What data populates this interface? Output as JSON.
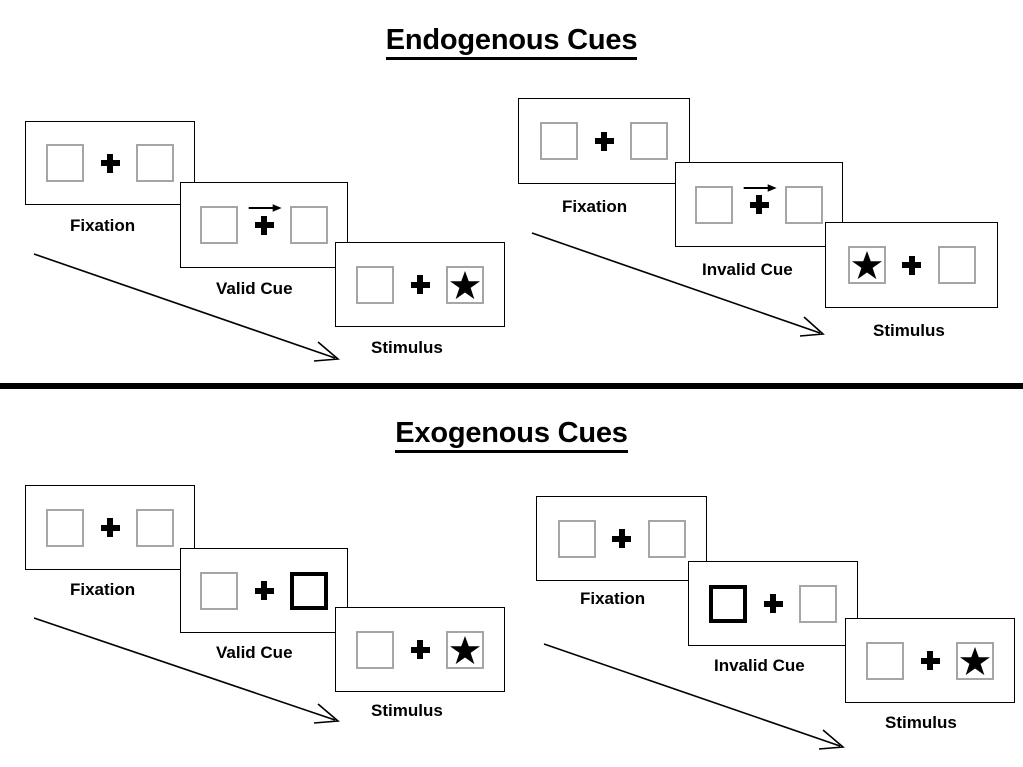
{
  "page": {
    "background_color": "#ffffff",
    "ink_color": "#000000",
    "box_outline_color": "#a6a6a6",
    "cued_box_outline_color": "#000000"
  },
  "divider": {
    "name": "horizontal-rule",
    "color": "#000000"
  },
  "sections": [
    {
      "id": "endogenous",
      "title": "Endogenous Cues",
      "columns": [
        {
          "id": "endogenous-valid",
          "panels": [
            {
              "stage": "Fixation",
              "left_box": {
                "cued": false,
                "star": false
              },
              "right_box": {
                "cued": false,
                "star": false
              },
              "arrow_cue": "none"
            },
            {
              "stage": "Valid Cue",
              "left_box": {
                "cued": false,
                "star": false
              },
              "right_box": {
                "cued": false,
                "star": false
              },
              "arrow_cue": "right"
            },
            {
              "stage": "Stimulus",
              "left_box": {
                "cued": false,
                "star": false
              },
              "right_box": {
                "cued": false,
                "star": true
              },
              "arrow_cue": "none"
            }
          ]
        },
        {
          "id": "endogenous-invalid",
          "panels": [
            {
              "stage": "Fixation",
              "left_box": {
                "cued": false,
                "star": false
              },
              "right_box": {
                "cued": false,
                "star": false
              },
              "arrow_cue": "none"
            },
            {
              "stage": "Invalid Cue",
              "left_box": {
                "cued": false,
                "star": false
              },
              "right_box": {
                "cued": false,
                "star": false
              },
              "arrow_cue": "right"
            },
            {
              "stage": "Stimulus",
              "left_box": {
                "cued": false,
                "star": true
              },
              "right_box": {
                "cued": false,
                "star": false
              },
              "arrow_cue": "none"
            }
          ]
        }
      ]
    },
    {
      "id": "exogenous",
      "title": "Exogenous Cues",
      "columns": [
        {
          "id": "exogenous-valid",
          "panels": [
            {
              "stage": "Fixation",
              "left_box": {
                "cued": false,
                "star": false
              },
              "right_box": {
                "cued": false,
                "star": false
              },
              "arrow_cue": "none"
            },
            {
              "stage": "Valid Cue",
              "left_box": {
                "cued": false,
                "star": false
              },
              "right_box": {
                "cued": true,
                "star": false
              },
              "arrow_cue": "none"
            },
            {
              "stage": "Stimulus",
              "left_box": {
                "cued": false,
                "star": false
              },
              "right_box": {
                "cued": false,
                "star": true
              },
              "arrow_cue": "none"
            }
          ]
        },
        {
          "id": "exogenous-invalid",
          "panels": [
            {
              "stage": "Fixation",
              "left_box": {
                "cued": false,
                "star": false
              },
              "right_box": {
                "cued": false,
                "star": false
              },
              "arrow_cue": "none"
            },
            {
              "stage": "Invalid Cue",
              "left_box": {
                "cued": true,
                "star": false
              },
              "right_box": {
                "cued": false,
                "star": false
              },
              "arrow_cue": "none"
            },
            {
              "stage": "Stimulus",
              "left_box": {
                "cued": false,
                "star": false
              },
              "right_box": {
                "cued": false,
                "star": true
              },
              "arrow_cue": "none"
            }
          ]
        }
      ]
    }
  ],
  "captions": {
    "s0c0p0": "Fixation",
    "s0c0p1": "Valid Cue",
    "s0c0p2": "Stimulus",
    "s0c1p0": "Fixation",
    "s0c1p1": "Invalid Cue",
    "s0c1p2": "Stimulus",
    "s1c0p0": "Fixation",
    "s1c0p1": "Valid Cue",
    "s1c0p2": "Stimulus",
    "s1c1p0": "Fixation",
    "s1c1p1": "Invalid Cue",
    "s1c1p2": "Stimulus"
  },
  "titles": {
    "endogenous": "Endogenous Cues",
    "exogenous": "Exogenous Cues"
  }
}
